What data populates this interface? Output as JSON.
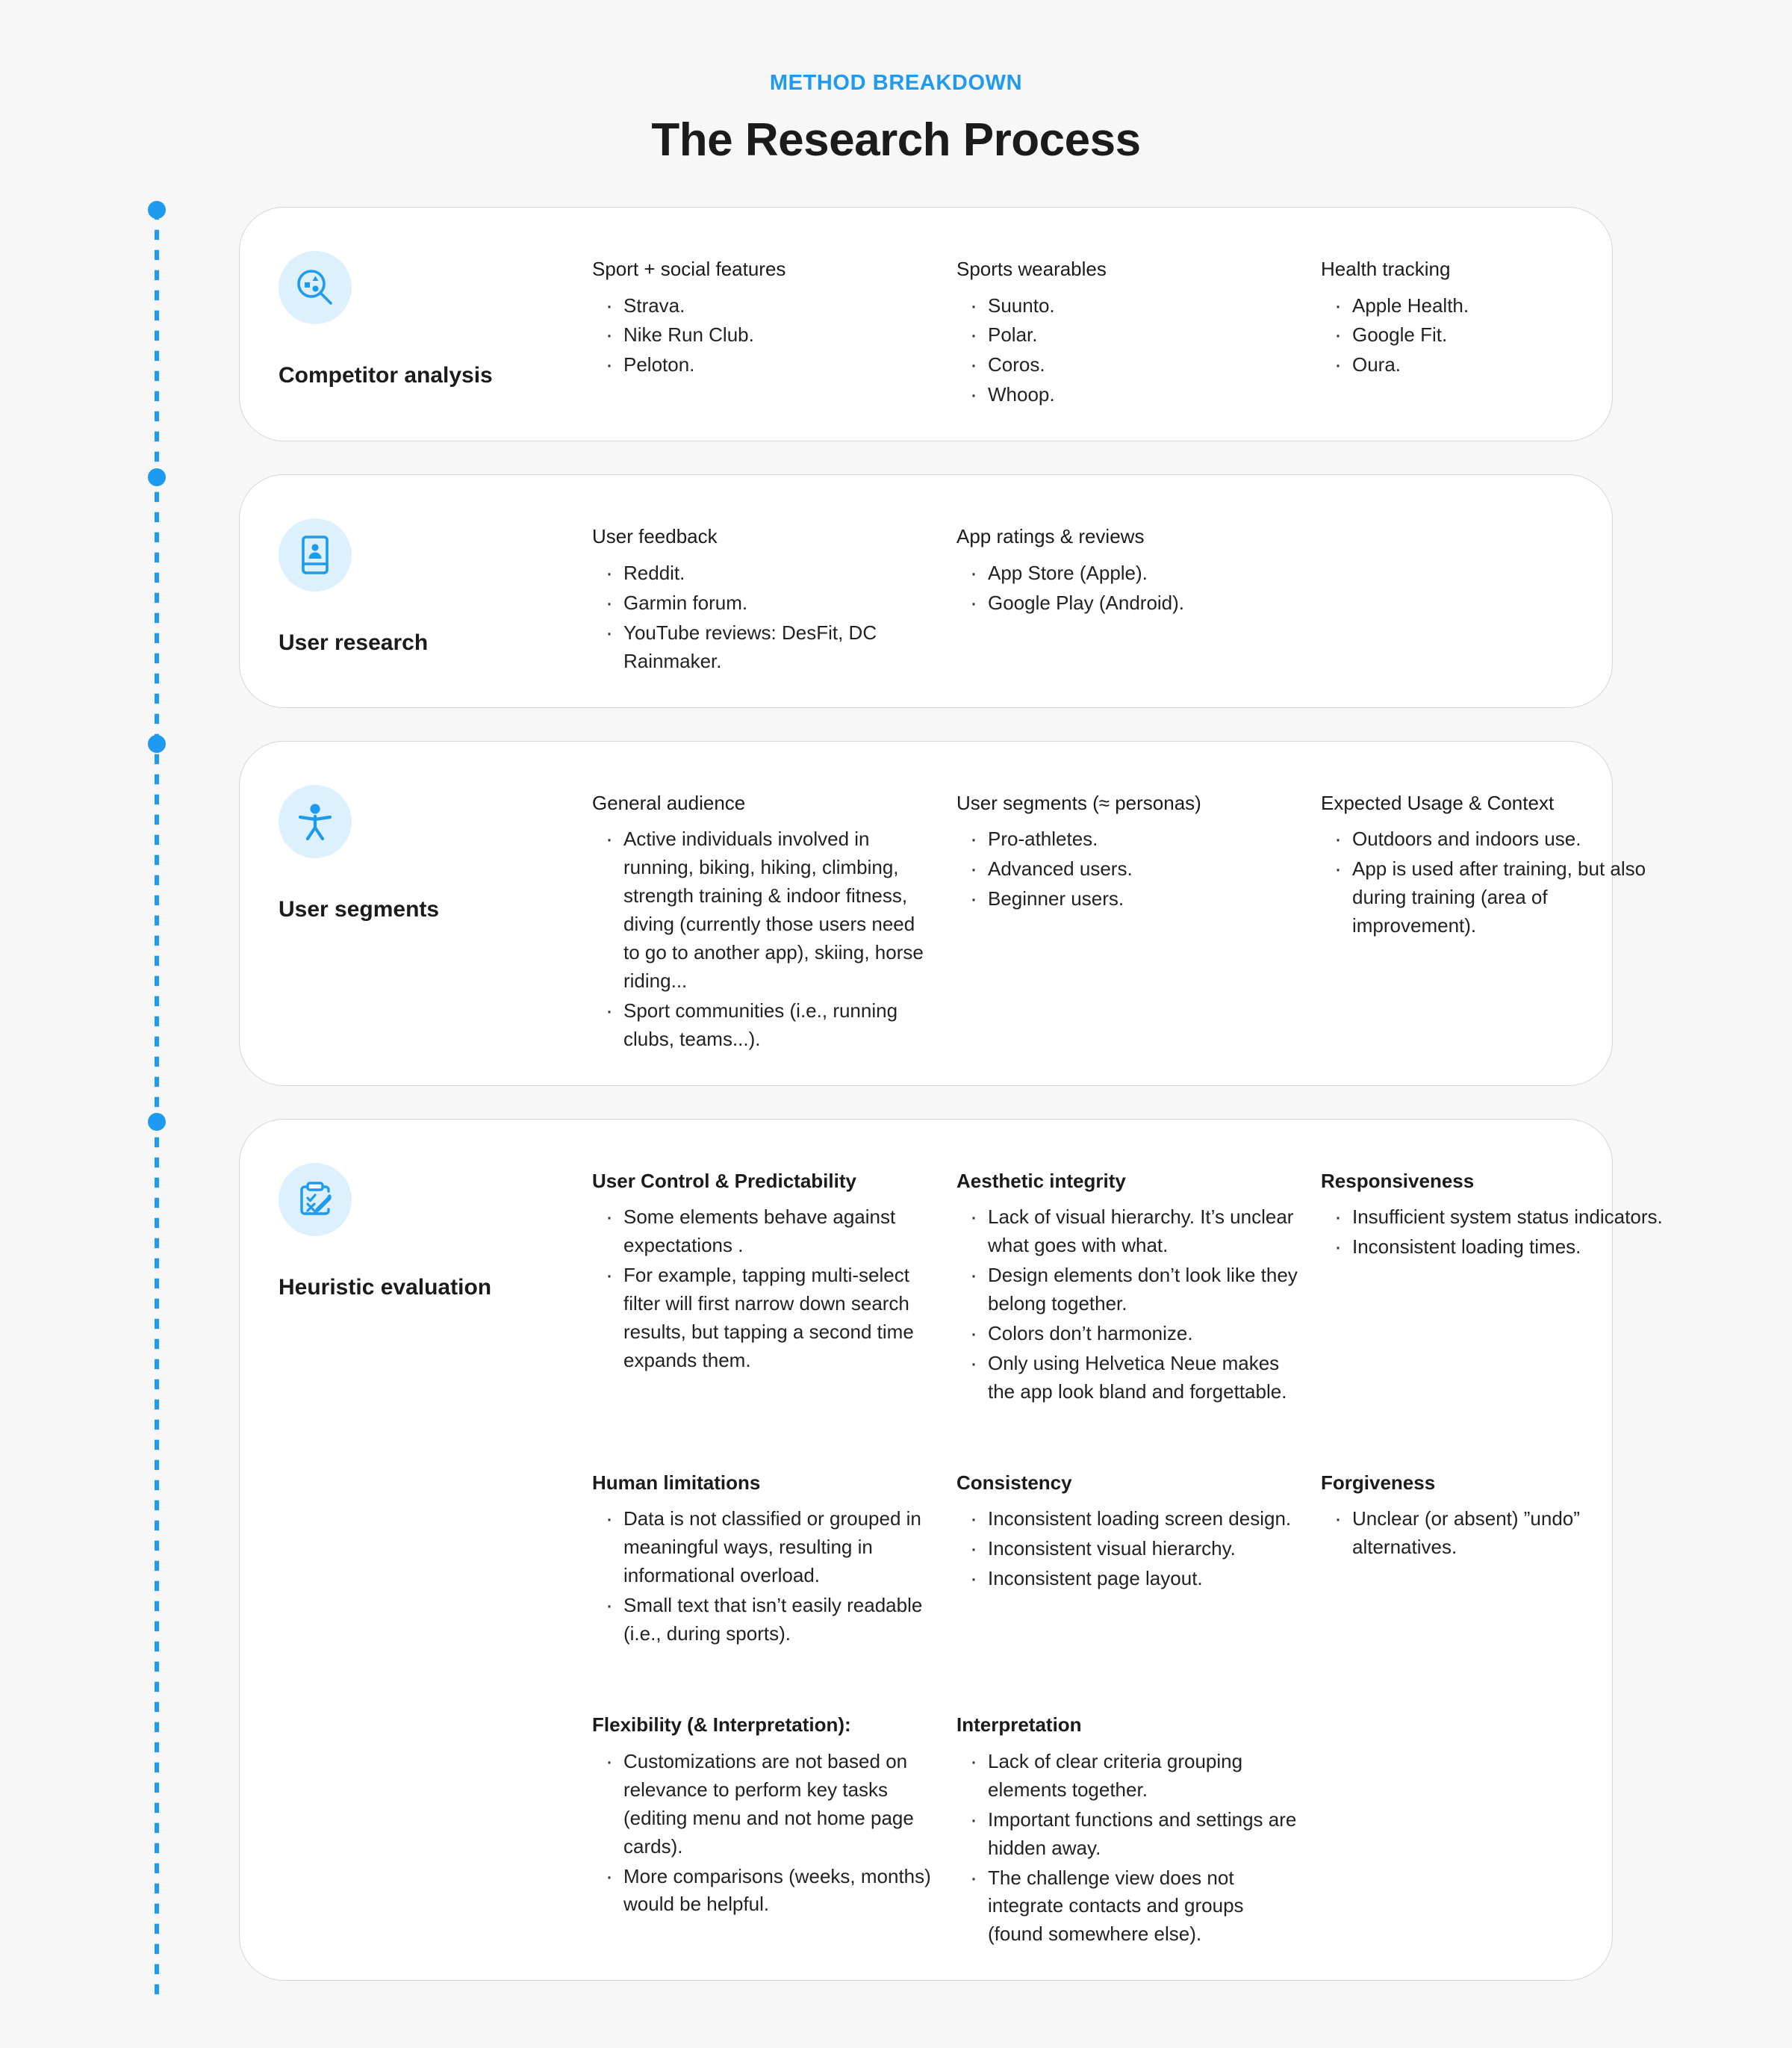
{
  "header": {
    "eyebrow": "METHOD BREAKDOWN",
    "title": "The Research Process"
  },
  "colors": {
    "accent": "#1e9bf0",
    "icon_bg": "#ddf0fd",
    "page_bg": "#f7f7f7",
    "card_bg": "#ffffff",
    "card_border": "#d6d6d6",
    "text": "#1b1b1b"
  },
  "cards": [
    {
      "title": "Competitor analysis",
      "icon": "search-insights-icon",
      "rows": [
        {
          "columns": [
            {
              "heading": "Sport + social features",
              "bold": false,
              "items": [
                "Strava.",
                "Nike Run Club.",
                "Peloton."
              ]
            },
            {
              "heading": "Sports wearables",
              "bold": false,
              "items": [
                "Suunto.",
                "Polar.",
                "Coros.",
                "Whoop."
              ]
            },
            {
              "heading": "Health tracking",
              "bold": false,
              "items": [
                "Apple Health.",
                "Google Fit.",
                "Oura."
              ]
            }
          ]
        }
      ]
    },
    {
      "title": "User research",
      "icon": "user-card-icon",
      "rows": [
        {
          "columns": [
            {
              "heading": "User feedback",
              "bold": false,
              "items": [
                "Reddit.",
                "Garmin forum.",
                "YouTube reviews: DesFit, DC Rainmaker."
              ]
            },
            {
              "heading": "App ratings & reviews",
              "bold": false,
              "items": [
                "App Store (Apple).",
                "Google Play (Android)."
              ]
            }
          ]
        }
      ]
    },
    {
      "title": "User segments",
      "icon": "person-active-icon",
      "rows": [
        {
          "columns": [
            {
              "heading": "General audience",
              "bold": false,
              "items": [
                "Active individuals involved in running, biking, hiking, climbing, strength training & indoor fitness, diving (currently those users need to go to another app), skiing, horse riding...",
                "Sport communities (i.e., running clubs, teams...)."
              ]
            },
            {
              "heading": "User segments (≈ personas)",
              "bold": false,
              "items": [
                "Pro-athletes.",
                "Advanced users.",
                "Beginner users."
              ]
            },
            {
              "heading": "Expected Usage & Context",
              "bold": false,
              "items": [
                "Outdoors and indoors use.",
                "App is used after training, but also during training (area of improvement)."
              ]
            }
          ]
        }
      ]
    },
    {
      "title": "Heuristic evaluation",
      "icon": "clipboard-edit-icon",
      "rows": [
        {
          "columns": [
            {
              "heading": "User Control & Predictability",
              "bold": true,
              "items": [
                "Some elements behave against expectations .",
                "For example, tapping multi-select filter will first narrow down search results, but tapping a second time expands them."
              ]
            },
            {
              "heading": "Aesthetic integrity",
              "bold": true,
              "items": [
                "Lack of visual hierarchy. It’s unclear what goes with what.",
                "Design elements don’t look like they belong together.",
                "Colors don’t harmonize.",
                "Only using Helvetica Neue makes the app look bland and forgettable."
              ]
            },
            {
              "heading": "Responsiveness",
              "bold": true,
              "items": [
                "Insufficient system status indicators.",
                "Inconsistent loading times."
              ]
            }
          ]
        },
        {
          "columns": [
            {
              "heading": "Human limitations",
              "bold": true,
              "items": [
                "Data is not classified or grouped in meaningful ways, resulting in informational overload.",
                "Small text that isn’t easily readable (i.e., during sports)."
              ]
            },
            {
              "heading": "Consistency",
              "bold": true,
              "items": [
                "Inconsistent loading screen design.",
                "Inconsistent visual hierarchy.",
                "Inconsistent page layout."
              ]
            },
            {
              "heading": "Forgiveness",
              "bold": true,
              "items": [
                "Unclear (or absent) ”undo” alternatives."
              ]
            }
          ]
        },
        {
          "columns": [
            {
              "heading": "Flexibility (& Interpretation):",
              "bold": true,
              "items": [
                "Customizations are not based on relevance to perform key tasks (editing menu and not home page cards).",
                "More comparisons (weeks, months) would be helpful."
              ]
            },
            {
              "heading": "Interpretation",
              "bold": true,
              "items": [
                "Lack of clear criteria grouping elements together.",
                "Important functions and settings are hidden away.",
                "The challenge view does not integrate contacts and groups (found somewhere else)."
              ]
            }
          ]
        }
      ]
    }
  ]
}
